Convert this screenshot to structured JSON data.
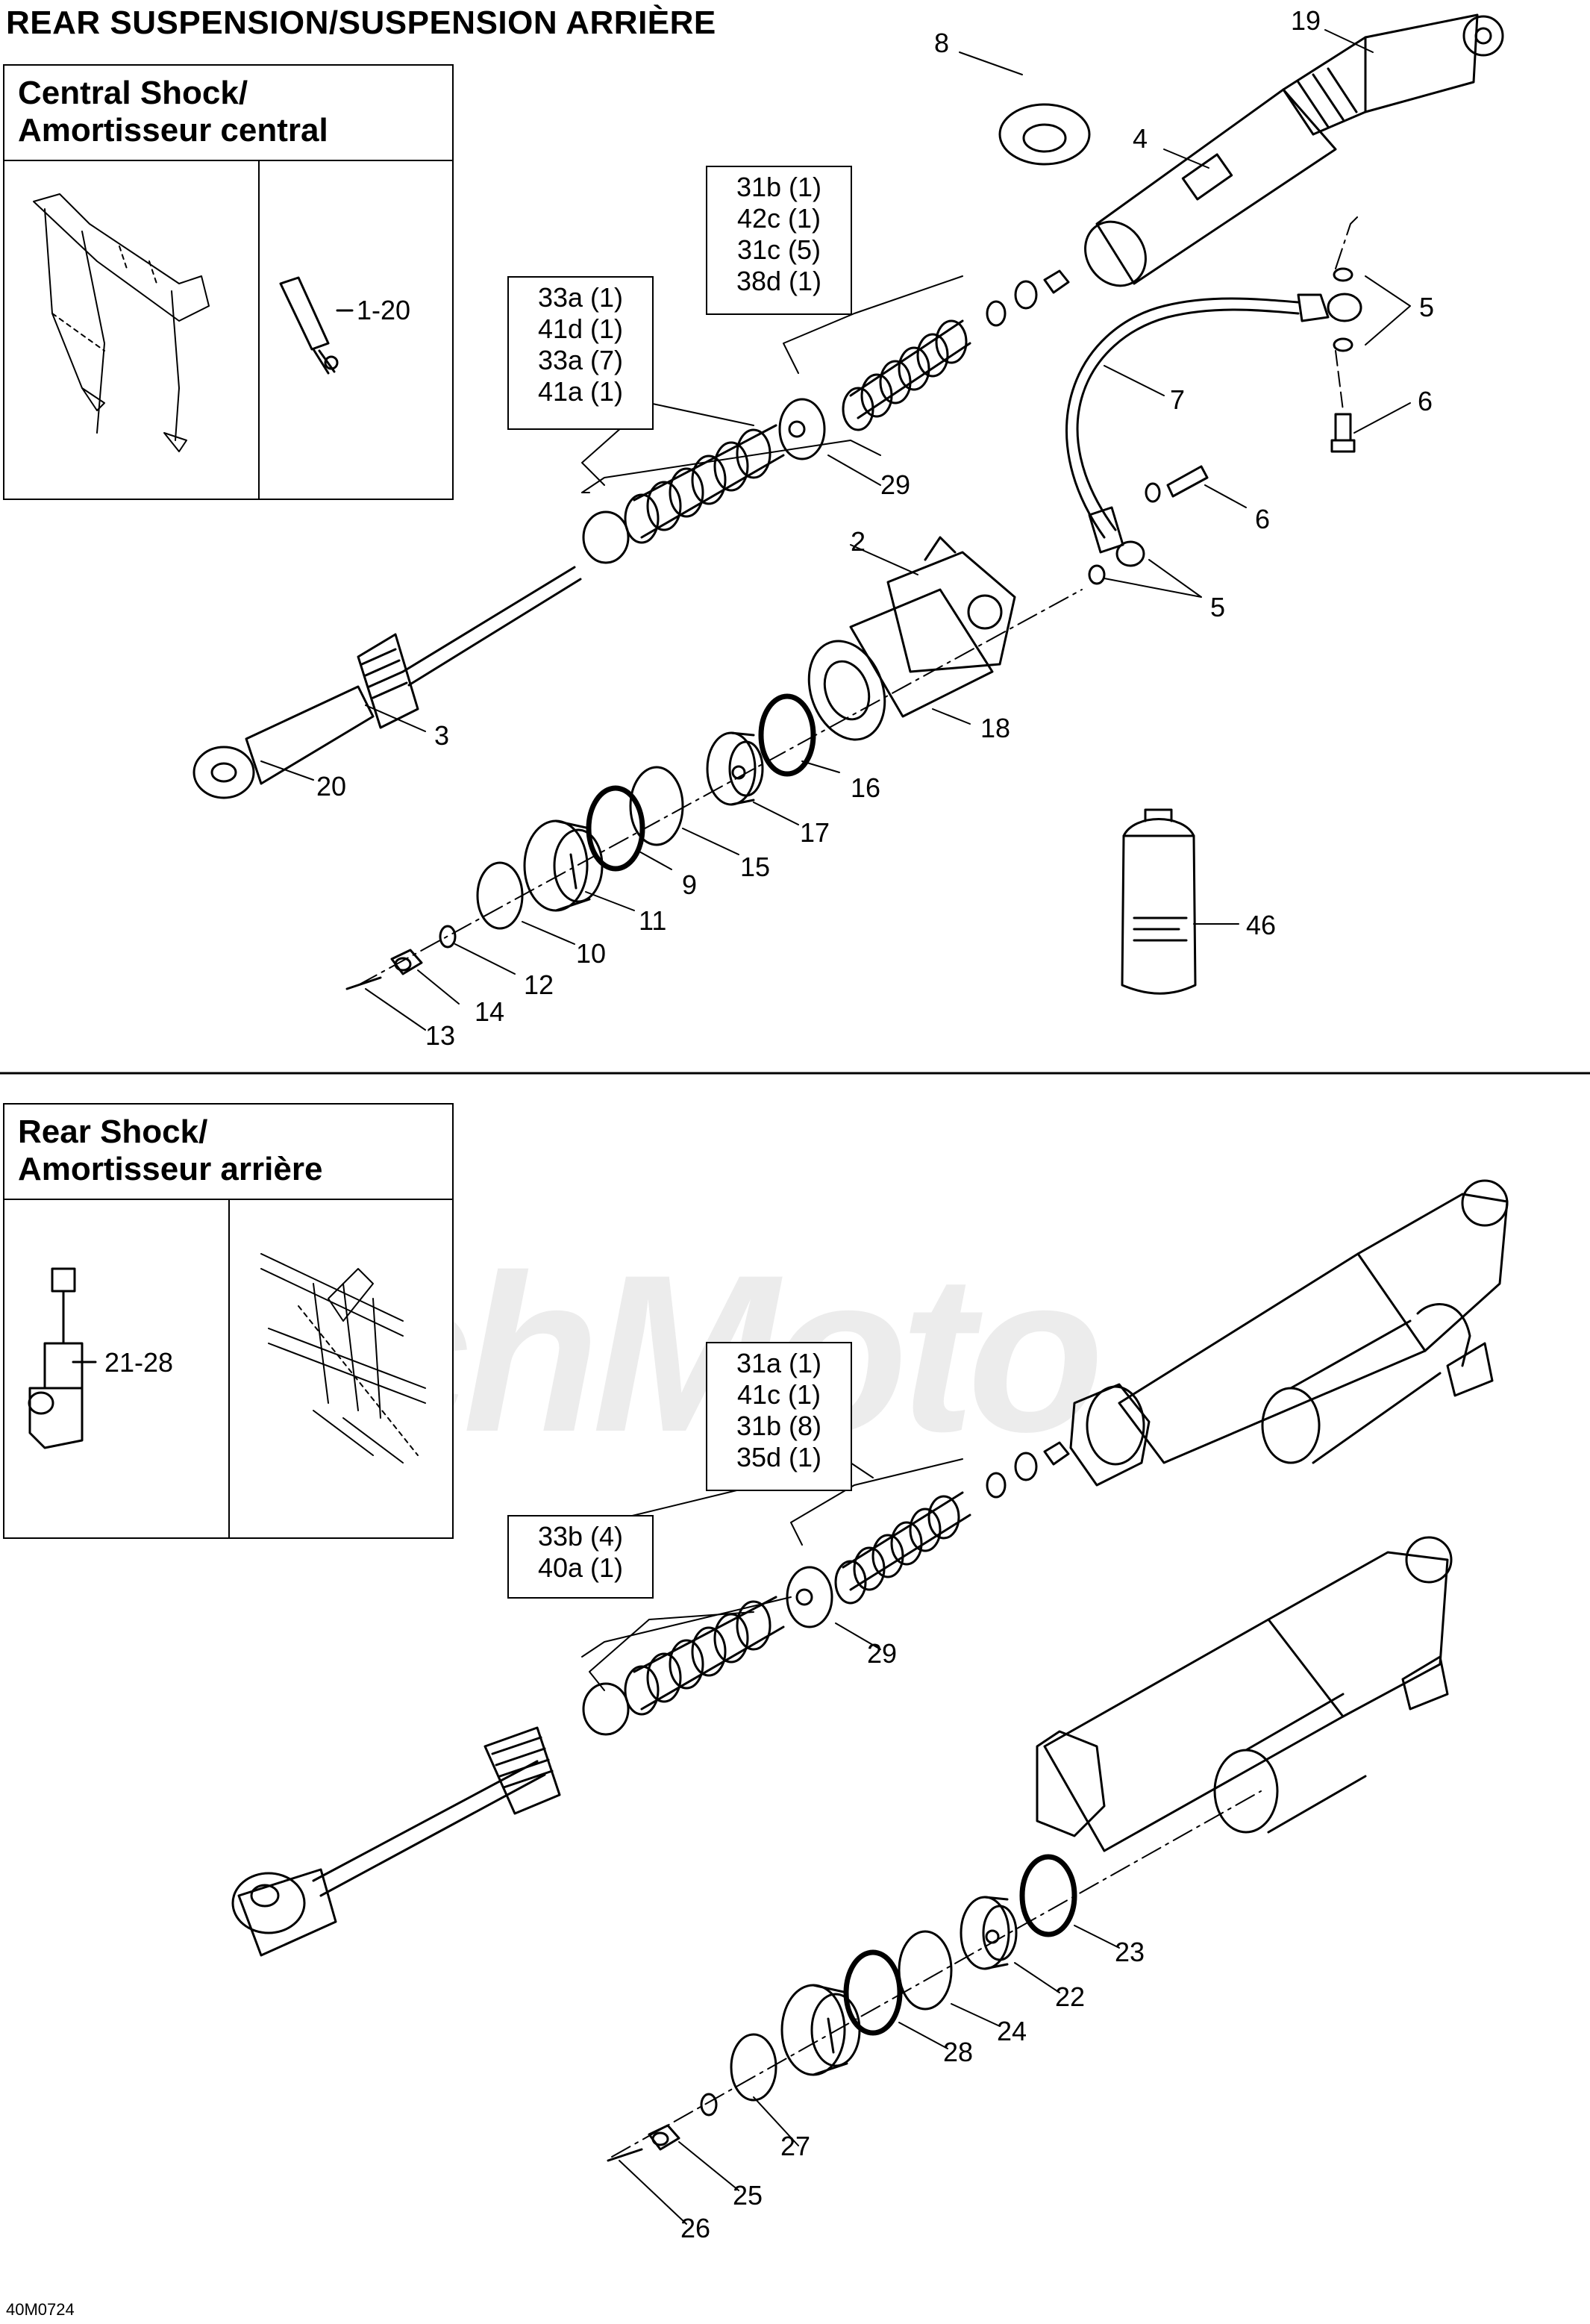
{
  "title": "REAR SUSPENSION/SUSPENSION ARRIÈRE",
  "watermark": "ArchMoto",
  "central_inset": {
    "heading_line1": "Central Shock/",
    "heading_line2": "Amortisseur central",
    "range_label": "1-20"
  },
  "rear_inset": {
    "heading_line1": "Rear Shock/",
    "heading_line2": "Amortisseur arrière",
    "range_label": "21-28"
  },
  "spec_boxes": {
    "central_upper": [
      "31b (1)",
      "42c (1)",
      "31c (5)",
      "38d (1)"
    ],
    "central_lower": [
      "33a (1)",
      "41d (1)",
      "33a (7)",
      "41a (1)"
    ],
    "rear_upper": [
      "31a (1)",
      "41c (1)",
      "31b (8)",
      "35d (1)"
    ],
    "rear_lower": [
      "33b (4)",
      "40a (1)"
    ]
  },
  "callouts": {
    "c19": "19",
    "c8": "8",
    "c4": "4",
    "c5a": "5",
    "c6a": "6",
    "c7": "7",
    "c6b": "6",
    "c5b": "5",
    "c29a": "29",
    "c2": "2",
    "c3": "3",
    "c18": "18",
    "c20": "20",
    "c16": "16",
    "c17": "17",
    "c15": "15",
    "c9": "9",
    "c11": "11",
    "c10": "10",
    "c12": "12",
    "c14": "14",
    "c13": "13",
    "c46": "46",
    "c29b": "29",
    "c23": "23",
    "c22": "22",
    "c24": "24",
    "c28": "28",
    "c27": "27",
    "c25": "25",
    "c26": "26"
  },
  "figure_ref": "40M0724"
}
